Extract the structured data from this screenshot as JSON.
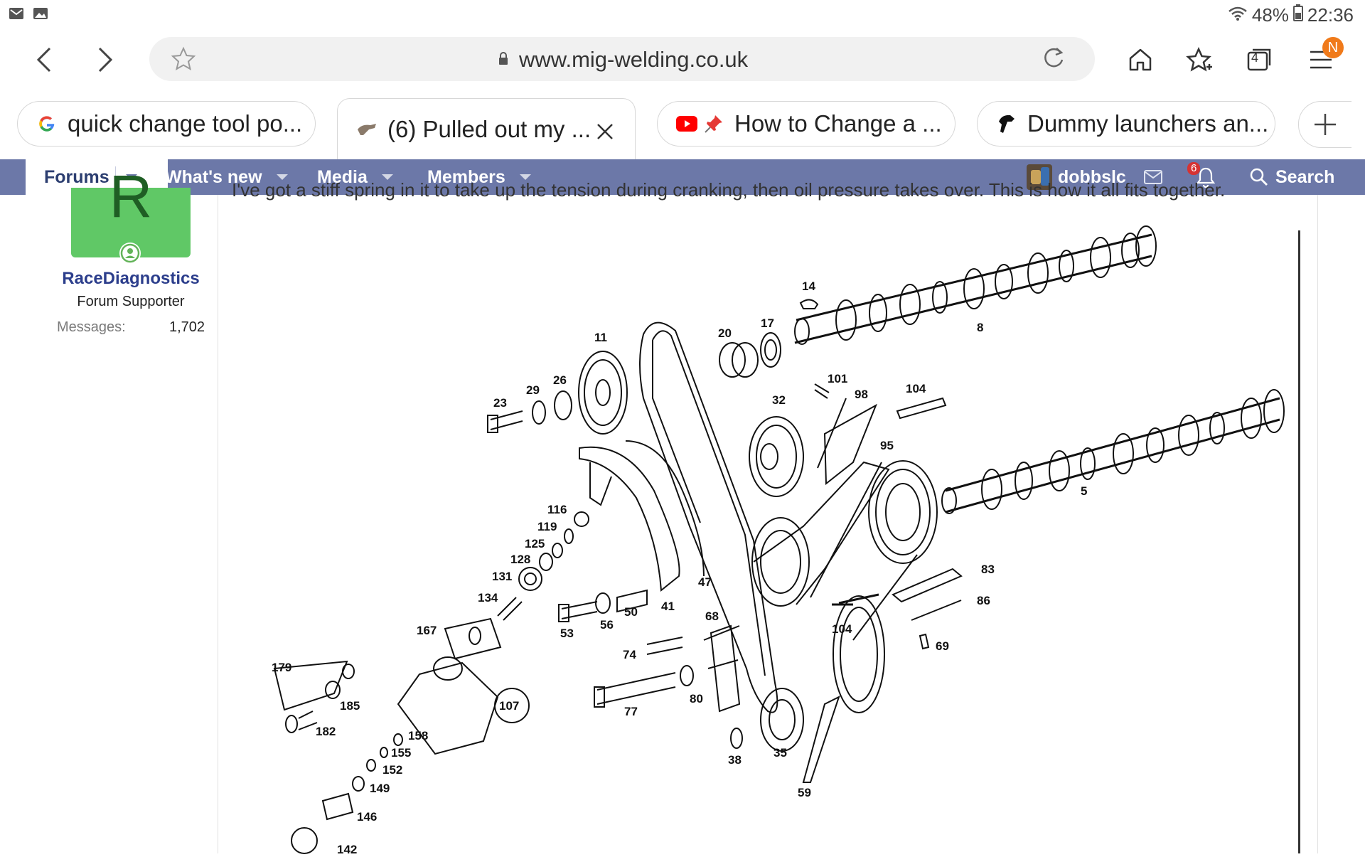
{
  "status_bar": {
    "battery": "48%",
    "time": "22:36"
  },
  "browser": {
    "url": "www.mig-welding.co.uk",
    "profile_initial": "N",
    "tab_count": "4",
    "tabs": [
      {
        "title": "quick change tool po...",
        "active": false
      },
      {
        "title": "(6) Pulled out my ...",
        "active": true
      },
      {
        "title": "How to Change a ...",
        "active": false
      },
      {
        "title": "Dummy launchers an...",
        "active": false
      }
    ]
  },
  "forum_nav": {
    "items": [
      "Forums",
      "What's new",
      "Media",
      "Members"
    ],
    "username": "dobbslc",
    "alert_count": "6",
    "search_label": "Search"
  },
  "post": {
    "author_initial": "R",
    "author": "RaceDiagnostics",
    "author_title": "Forum Supporter",
    "messages_label": "Messages:",
    "messages_value": "1,702",
    "partial_text": "I've got a stiff spring in it to take up the tension during cranking, then oil pressure takes over. This is how it all fits together."
  },
  "diagram": {
    "part_numbers": [
      "14",
      "8",
      "17",
      "20",
      "11",
      "26",
      "29",
      "23",
      "101",
      "98",
      "104",
      "32",
      "95",
      "5",
      "116",
      "119",
      "125",
      "128",
      "131",
      "134",
      "47",
      "41",
      "50",
      "56",
      "53",
      "68",
      "83",
      "86",
      "104",
      "69",
      "167",
      "179",
      "185",
      "182",
      "107",
      "74",
      "80",
      "77",
      "158",
      "155",
      "152",
      "149",
      "146",
      "38",
      "35",
      "59",
      "142"
    ]
  }
}
